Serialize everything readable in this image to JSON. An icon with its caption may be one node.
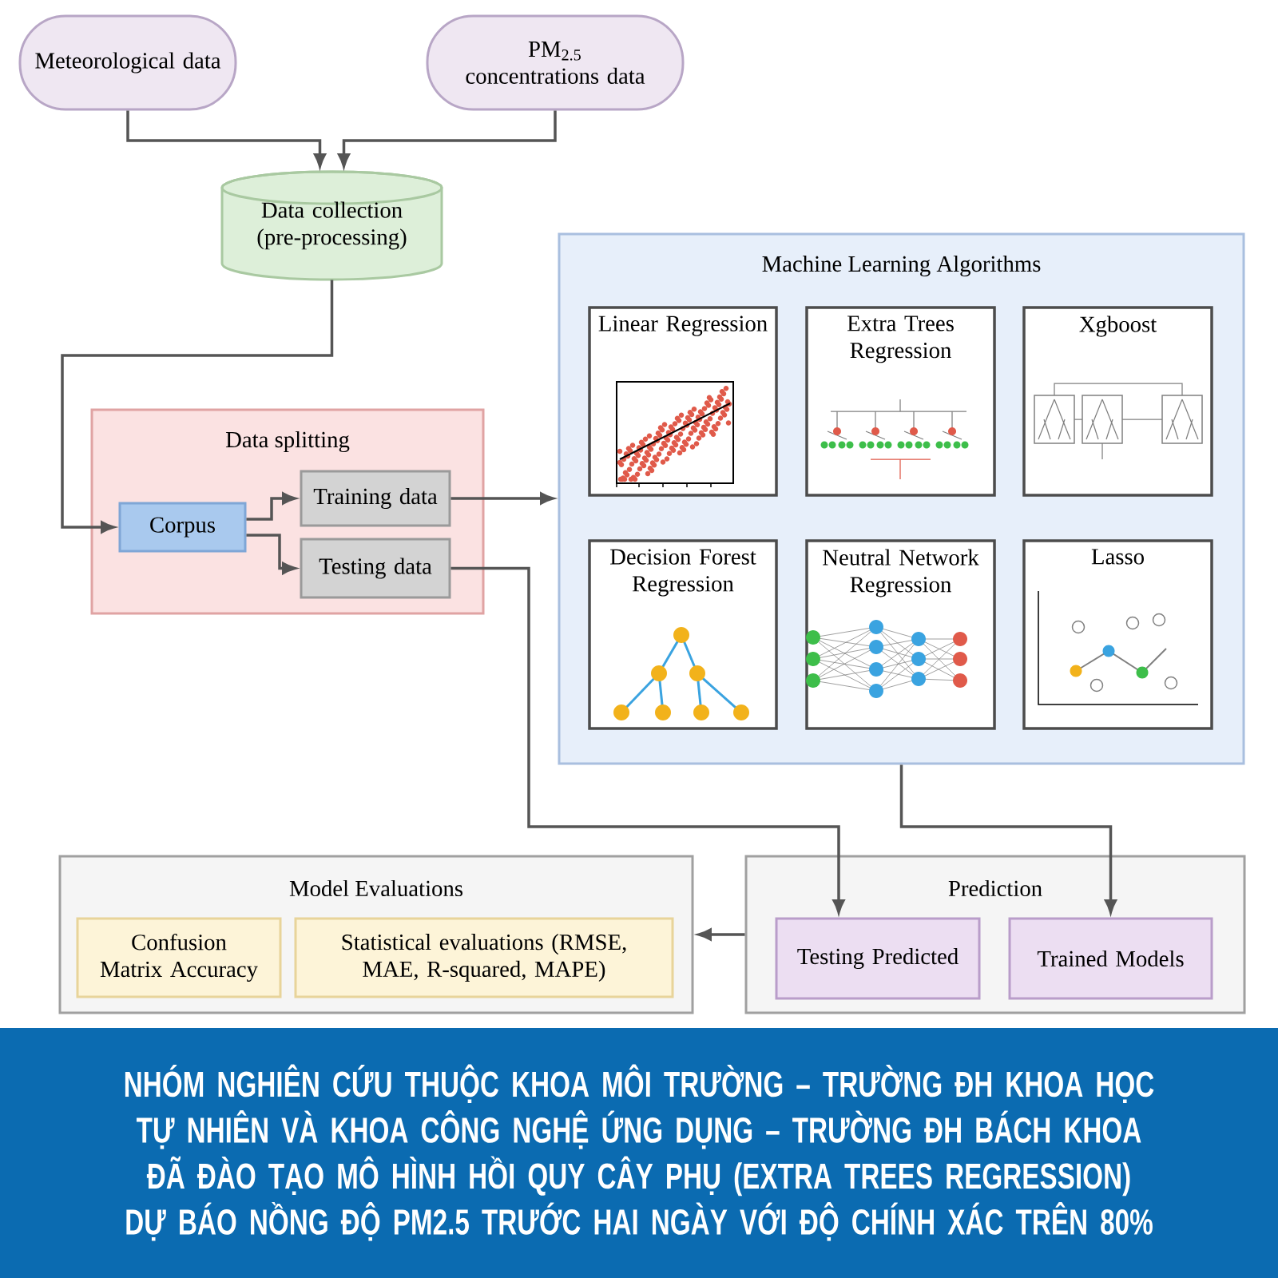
{
  "diagram": {
    "caption": "NHÓM NGHIÊN CỨU THUỘC KHOA MÔI TRƯỜNG – TRƯỜNG ĐH KHOA HỌC TỰ NHIÊN VÀ KHOA CÔNG NGHỆ ỨNG DỤNG – TRƯỜNG ĐH BÁCH KHOA ĐÃ ĐÀO TẠO MÔ HÌNH HỒI QUY CÂY PHỤ (EXTRA TREES REGRESSION) DỰ BÁO NỒNG ĐỘ PM2.5 TRƯỚC HAI NGÀY VỚI ĐỘ CHÍNH XÁC TRÊN 80%",
    "nodes": [
      {
        "text": [
          "Meteorological data"
        ]
      },
      {
        "text": [
          "PM$_{2.5}$ concentrations data"
        ]
      },
      {
        "text": [
          "Data collection (pre-processing)"
        ]
      },
      {
        "text": [
          "Data splitting"
        ]
      },
      {
        "text": [
          "Corpus"
        ],
        "in": 3
      },
      {
        "text": [
          "Training data"
        ],
        "in": 3
      },
      {
        "text": [
          "Testing data"
        ],
        "in": 3
      },
      {
        "text": [
          "Machine Learning Algorithms"
        ]
      },
      {
        "text": [
          "Linear Regression"
        ],
        "in": 7
      },
      {
        "text": [
          "Extra Trees Regression"
        ],
        "in": 7
      },
      {
        "text": [
          "Xgboost"
        ],
        "in": 7
      },
      {
        "text": [
          "Decision Forest Regression"
        ],
        "in": 7
      },
      {
        "text": [
          "Neutral Network Regression"
        ],
        "in": 7
      },
      {
        "text": [
          "Lasso"
        ],
        "in": 7
      },
      {
        "text": [
          "Model Evaluations"
        ]
      },
      {
        "text": [
          "Confusion Matrix Accuracy"
        ],
        "in": 14
      },
      {
        "text": [
          "Statistical evaluations (RMSE, MAE, R-squared, MAPE)"
        ],
        "in": 14
      },
      {
        "text": [
          "Prediction"
        ]
      },
      {
        "text": [
          "Testing Predicted"
        ],
        "in": 17
      },
      {
        "text": [
          "Trained Models"
        ],
        "in": 17
      }
    ],
    "edges": [
      {
        "from": 0,
        "to": 2,
        "arrow": "to"
      },
      {
        "from": 1,
        "to": 2,
        "arrow": "to"
      },
      {
        "from": 2,
        "to": 4,
        "arrow": "to"
      },
      {
        "from": 4,
        "to": 5,
        "arrow": "to"
      },
      {
        "from": 4,
        "to": 6,
        "arrow": "to"
      },
      {
        "from": 5,
        "to": 7,
        "arrow": "to"
      },
      {
        "from": 6,
        "to": 18,
        "arrow": "to"
      },
      {
        "from": 7,
        "to": 19,
        "arrow": "to"
      },
      {
        "from": 17,
        "to": 14,
        "arrow": "to"
      }
    ]
  }
}
